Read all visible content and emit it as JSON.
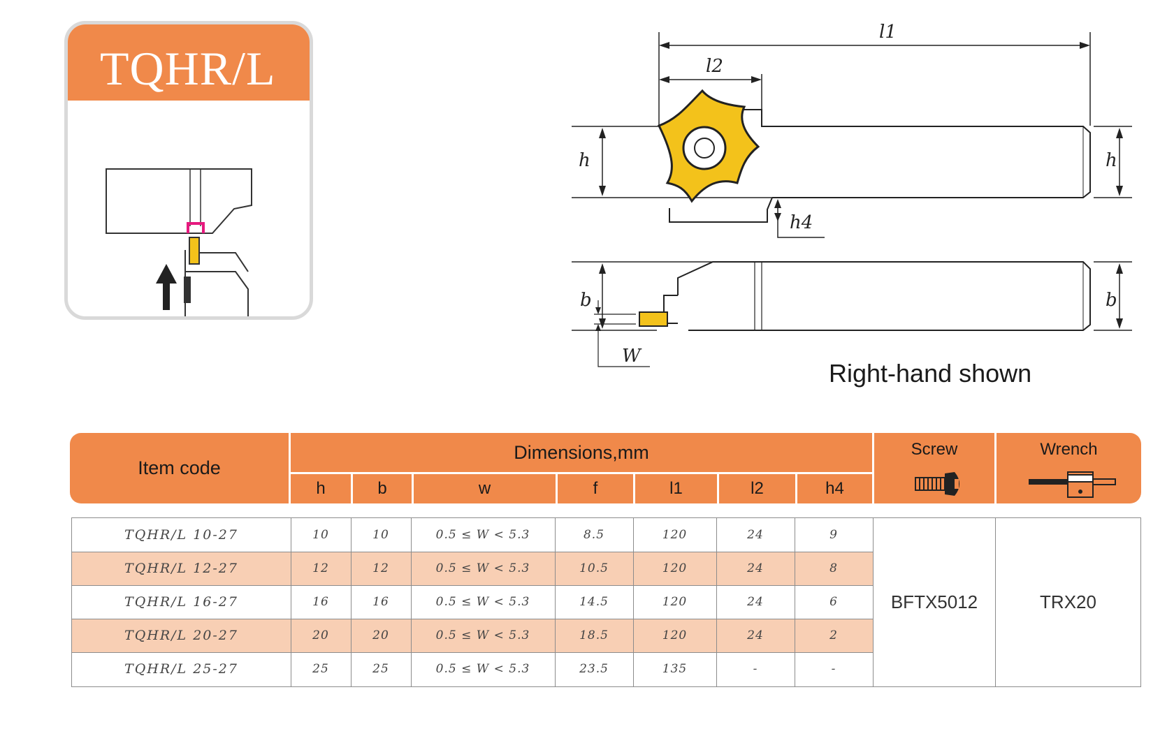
{
  "card": {
    "title": "TQHR/L"
  },
  "drawing": {
    "labels": {
      "l1": "l1",
      "l2": "l2",
      "h_left": "h",
      "h_right": "h",
      "h4": "h4",
      "b_left": "b",
      "b_right": "b",
      "w": "W"
    },
    "caption": "Right-hand shown"
  },
  "colors": {
    "accent": "#f0894a",
    "row_shade": "#f8cfb4",
    "insert_yellow": "#f3c21b",
    "marker_magenta": "#e6197e"
  },
  "table": {
    "headers": {
      "item_code": "Item code",
      "dimensions": "Dimensions,mm",
      "screw": "Screw",
      "wrench": "Wrench",
      "cols": [
        "h",
        "b",
        "w",
        "f",
        "l1",
        "l2",
        "h4"
      ]
    },
    "rows": [
      {
        "code": "TQHR/L   10-27",
        "h": "10",
        "b": "10",
        "w": "0.5 ≤ W < 5.3",
        "f": "8.5",
        "l1": "120",
        "l2": "24",
        "h4": "9"
      },
      {
        "code": "TQHR/L   12-27",
        "h": "12",
        "b": "12",
        "w": "0.5 ≤ W < 5.3",
        "f": "10.5",
        "l1": "120",
        "l2": "24",
        "h4": "8"
      },
      {
        "code": "TQHR/L   16-27",
        "h": "16",
        "b": "16",
        "w": "0.5 ≤ W < 5.3",
        "f": "14.5",
        "l1": "120",
        "l2": "24",
        "h4": "6"
      },
      {
        "code": "TQHR/L   20-27",
        "h": "20",
        "b": "20",
        "w": "0.5 ≤ W < 5.3",
        "f": "18.5",
        "l1": "120",
        "l2": "24",
        "h4": "2"
      },
      {
        "code": "TQHR/L   25-27",
        "h": "25",
        "b": "25",
        "w": "0.5 ≤ W < 5.3",
        "f": "23.5",
        "l1": "135",
        "l2": "-",
        "h4": "-"
      }
    ],
    "screw": "BFTX5012",
    "wrench": "TRX20"
  }
}
